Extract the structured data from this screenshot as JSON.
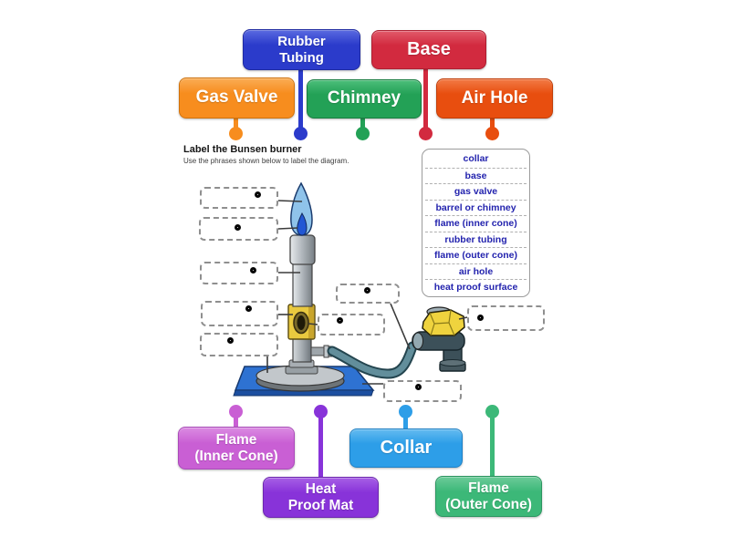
{
  "activity": {
    "title": "Label the Bunsen burner",
    "subtitle": "Use the phrases shown below to label the diagram."
  },
  "word_list": {
    "text_color": "#2323AE",
    "items": [
      "collar",
      "base",
      "gas valve",
      "barrel or chimney",
      "flame (inner cone)",
      "rubber tubing",
      "flame (outer cone)",
      "air hole",
      "heat proof surface"
    ]
  },
  "labels": {
    "top": [
      {
        "id": "rubber-tubing",
        "text": "Rubber\nTubing",
        "color": "#2B3BCB",
        "border": "#1F2BA2"
      },
      {
        "id": "base",
        "text": "Base",
        "color": "#D22A3F",
        "border": "#AC1F31"
      },
      {
        "id": "gas-valve",
        "text": "Gas Valve",
        "color": "#F78D1E",
        "border": "#D0720C"
      },
      {
        "id": "chimney",
        "text": "Chimney",
        "color": "#23A156",
        "border": "#187D40"
      },
      {
        "id": "air-hole",
        "text": "Air Hole",
        "color": "#E84E0F",
        "border": "#C13D08"
      }
    ],
    "bottom": [
      {
        "id": "flame-inner-cone",
        "text": "Flame\n(Inner Cone)",
        "color": "#C95FD4",
        "border": "#A94BB8"
      },
      {
        "id": "heat-proof-mat",
        "text": "Heat\nProof Mat",
        "color": "#8833D9",
        "border": "#6C27AE"
      },
      {
        "id": "collar",
        "text": "Collar",
        "color": "#2D9EE8",
        "border": "#1F80C4"
      },
      {
        "id": "flame-outer-cone",
        "text": "Flame\n(Outer Cone)",
        "color": "#3CB878",
        "border": "#2C9560"
      }
    ]
  },
  "drop_targets": {
    "count": 9,
    "marker": "black ring"
  },
  "diagram_colors": {
    "mat": "#2E72D2",
    "flame_outer": "#8FC3EA",
    "flame_inner": "#2257D4",
    "collar_yellow": "#E9C93F",
    "tubing": "#628E9B",
    "metal": "#B4BABF"
  }
}
